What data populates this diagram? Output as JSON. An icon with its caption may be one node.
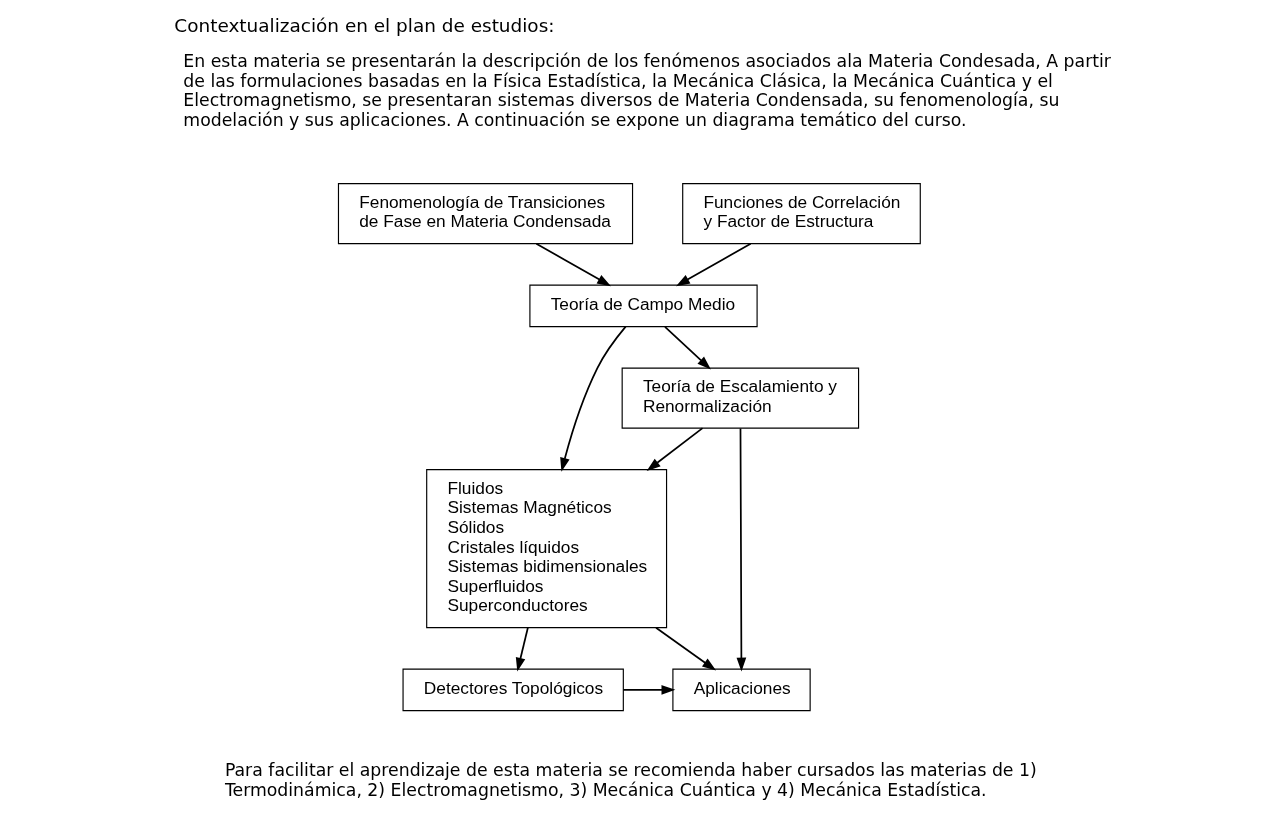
{
  "diagram": {
    "title": "Contextualización en el plan de estudios:",
    "nodes": [
      {
        "text": [
          "Fenomenología de Transiciones de Fase en Materia Condensada"
        ]
      },
      {
        "text": [
          "Funciones de Correlación y Factor de Estructura"
        ]
      },
      {
        "text": [
          "Teoría de Campo Medio"
        ]
      },
      {
        "text": [
          "Teoría de Escalamiento y Renormalización"
        ]
      },
      {
        "text": [
          "Fluidos",
          "Sistemas Magnéticos",
          "Sólidos",
          "Cristales líquidos",
          "Sistemas bidimensionales",
          "Superfluidos",
          "Superconductores"
        ]
      },
      {
        "text": [
          "Aplicaciones"
        ]
      },
      {
        "text": [
          "Detectores Topológicos"
        ]
      }
    ],
    "edges": [
      {
        "from": 0,
        "to": 2,
        "arrow": "to"
      },
      {
        "from": 1,
        "to": 2,
        "arrow": "to"
      },
      {
        "from": 2,
        "to": 4,
        "arrow": "to"
      },
      {
        "from": 2,
        "to": 3,
        "arrow": "to"
      },
      {
        "from": 3,
        "to": 4,
        "arrow": "to"
      },
      {
        "from": 3,
        "to": 5,
        "arrow": "to"
      },
      {
        "from": 4,
        "to": 5,
        "arrow": "to"
      },
      {
        "from": 4,
        "to": 6,
        "arrow": "to"
      },
      {
        "from": 6,
        "to": 5,
        "arrow": "to"
      }
    ],
    "labels": [
      "En esta materia se presentarán la descripción de los fenómenos asociados ala Materia Condesada, A partir de las formulaciones basadas en la Física Estadística, la Mecánica Clásica, la Mecánica Cuántica y el Electromagnetismo, se presentaran sistemas diversos de Materia Condensada, su fenomenología, su modelación y sus aplicaciones. A continuación se expone un diagrama temático del curso.",
      "Para facilitar el aprendizaje de esta materia se recomienda haber cursados las materias de 1) Termodinámica, 2) Electromagnetismo, 3) Mecánica Cuántica y 4) Mecánica Estadística."
    ]
  }
}
